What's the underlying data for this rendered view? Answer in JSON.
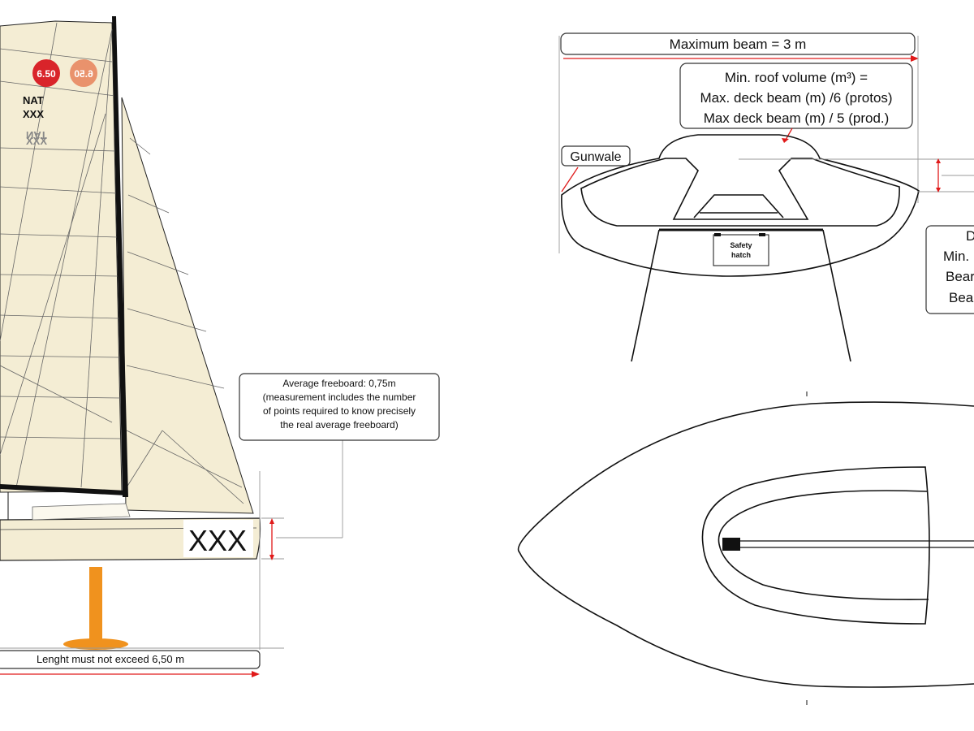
{
  "colors": {
    "sail": "#f4edd4",
    "hull": "#f4edd4",
    "measure": "#e01a1a",
    "keel": "#f0921e",
    "logo_primary": "#d9242a",
    "logo_secondary": "#e9926c"
  },
  "side_view": {
    "logo_number": "6.50",
    "logo_number_mirrored": "6.50",
    "sail_nat": "NAT",
    "sail_num": "XXX",
    "sail_nat_mirror": "NAT",
    "sail_num_mirror": "XXX",
    "hull_number": "XXX",
    "freeboard_note": {
      "line1": "Average freeboard: 0,75m",
      "line2": "(measurement includes the number",
      "line3": "of points required to know precisely",
      "line4": "the real average freeboard)"
    },
    "length_note": "Lenght must not exceed 6,50 m"
  },
  "front_view": {
    "max_beam": "Maximum beam = 3 m",
    "roof_volume": {
      "line1": "Min. roof volume (m³) =",
      "line2": "Max. deck beam (m) /6 (protos)",
      "line3": "Max deck beam (m) / 5 (prod.)"
    },
    "gunwale": "Gunwale",
    "hatch_line1": "Safety",
    "hatch_line2": "hatch",
    "right_box": {
      "line1": "D",
      "line2": "Min.",
      "line3": "Bear",
      "line4": "Bea"
    }
  }
}
